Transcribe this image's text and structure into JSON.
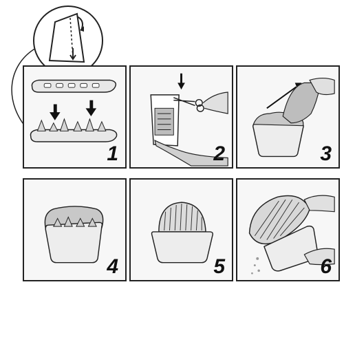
{
  "steps": [
    {
      "number": "1"
    },
    {
      "number": "2"
    },
    {
      "number": "3"
    },
    {
      "number": "4"
    },
    {
      "number": "5"
    },
    {
      "number": "6"
    }
  ],
  "colors": {
    "line": "#222222",
    "panel_bg": "#f7f7f7",
    "shade": "#bdbdbd"
  }
}
